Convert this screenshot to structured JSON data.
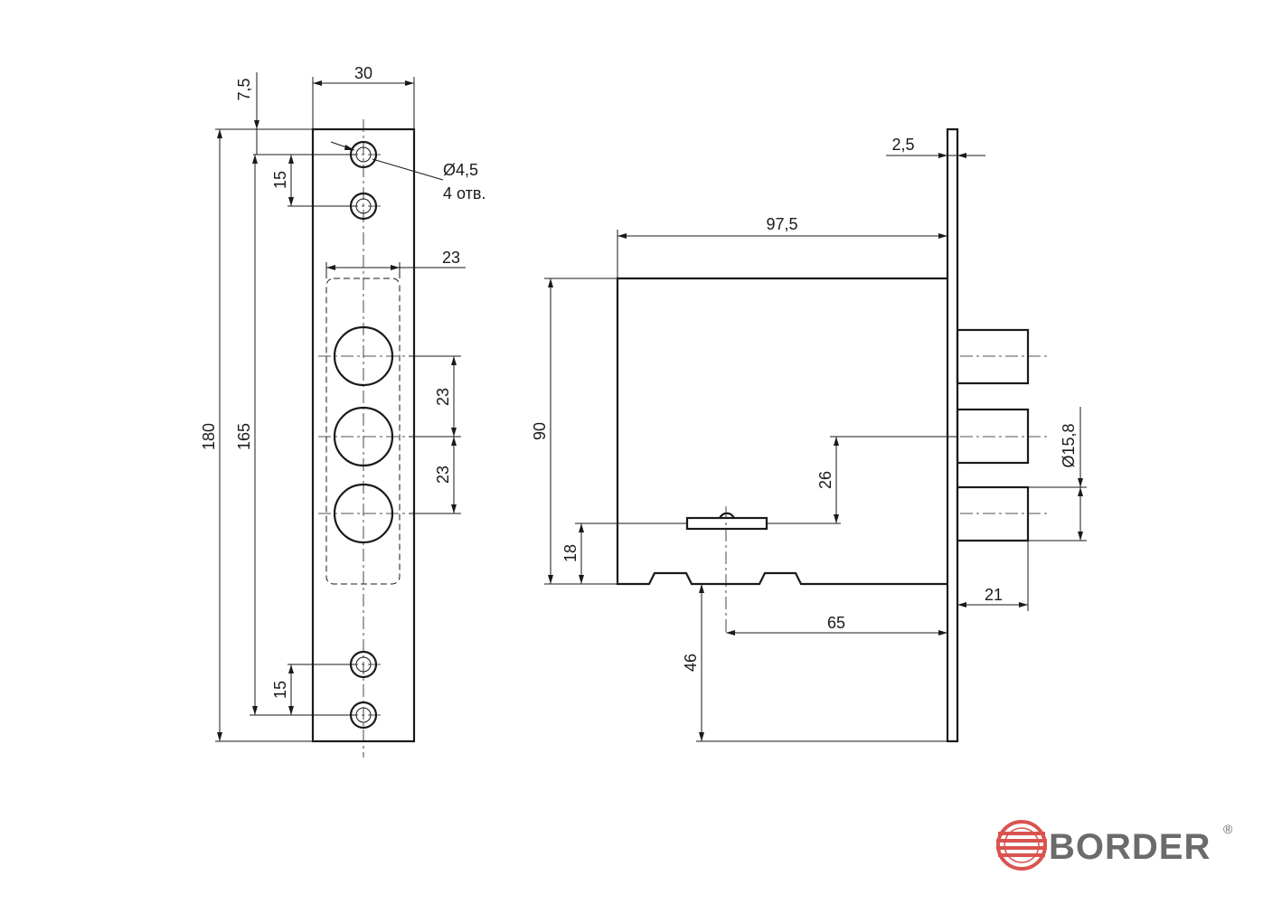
{
  "dimensions": {
    "faceplate_width": "30",
    "top_offset": "7,5",
    "hole_diameter": "Ø4,5",
    "hole_count": "4 отв.",
    "hole_spacing_top": "15",
    "hole_spacing_bottom": "15",
    "cylinder_zone_width": "23",
    "bolt_pitch_1": "23",
    "bolt_pitch_2": "23",
    "total_height": "180",
    "hole_span": "165",
    "body_depth": "97,5",
    "faceplate_thickness": "2,5",
    "body_height": "90",
    "bolt_diameter": "Ø15,8",
    "bolt_offset": "26",
    "key_height": "18",
    "backset": "65",
    "bolt_throw": "21",
    "key_to_bottom": "46"
  },
  "logo": {
    "name": "BORDER",
    "registered": "®",
    "color": "#d9534f"
  }
}
